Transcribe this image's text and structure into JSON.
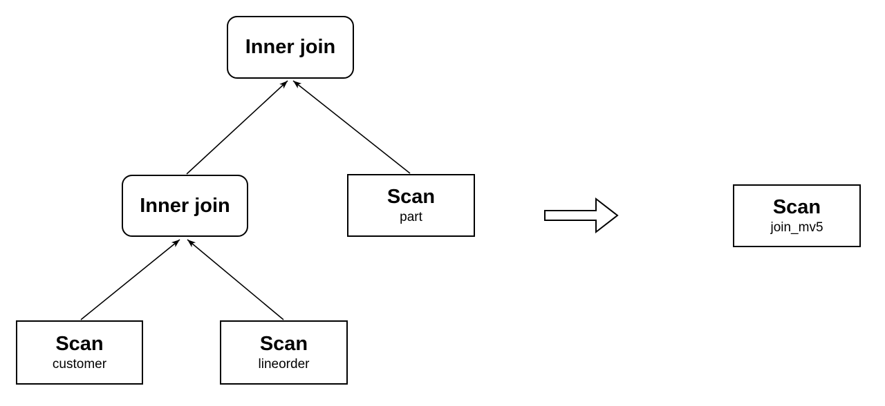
{
  "diagram": {
    "background_color": "#ffffff",
    "line_color": "#000000",
    "nodes": {
      "inner_join_top": {
        "title": "Inner join"
      },
      "inner_join_left": {
        "title": "Inner join"
      },
      "scan_part": {
        "title": "Scan",
        "subtitle": "part"
      },
      "scan_customer": {
        "title": "Scan",
        "subtitle": "customer"
      },
      "scan_lineorder": {
        "title": "Scan",
        "subtitle": "lineorder"
      },
      "scan_join_mv5": {
        "title": "Scan",
        "subtitle": "join_mv5"
      }
    },
    "icons": {
      "transform_arrow": "right-block-arrow"
    }
  }
}
